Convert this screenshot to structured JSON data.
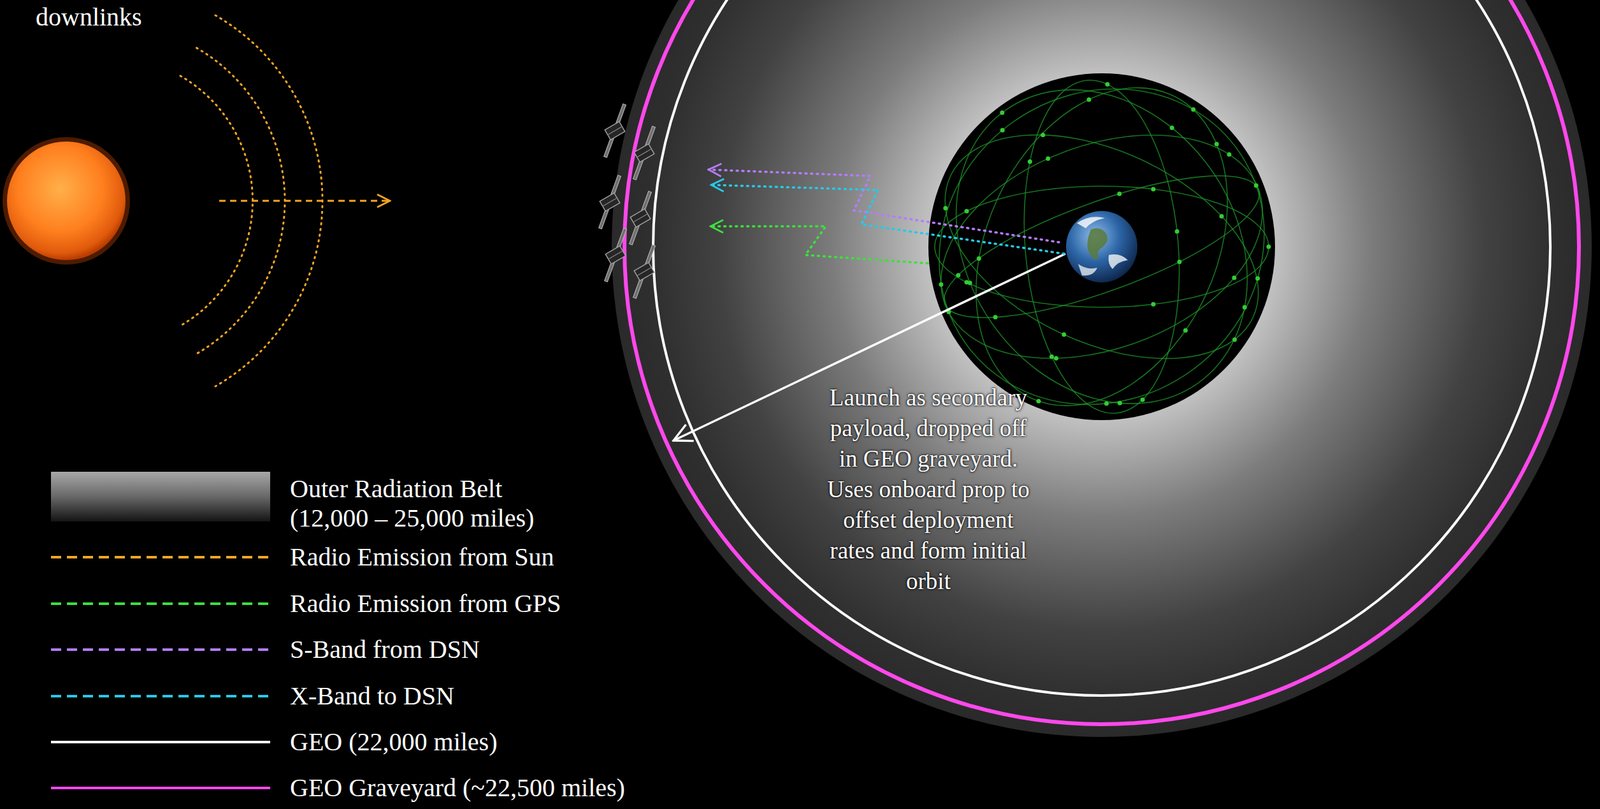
{
  "diagram": {
    "labels": [
      "downlinks",
      "Launch as secondary payload, dropped off in GEO graveyard. Uses onboard prop to offset deployment rates and form initial orbit"
    ],
    "legend": [
      {
        "text": "Outer Radiation Belt (12,000 – 25,000 miles)"
      },
      {
        "text": "Radio Emission from Sun"
      },
      {
        "text": "Radio Emission from GPS"
      },
      {
        "text": "S-Band from DSN"
      },
      {
        "text": "X-Band to DSN"
      },
      {
        "text": "GEO (22,000 miles)"
      },
      {
        "text": "GEO Graveyard (~22,500 miles)"
      }
    ]
  }
}
